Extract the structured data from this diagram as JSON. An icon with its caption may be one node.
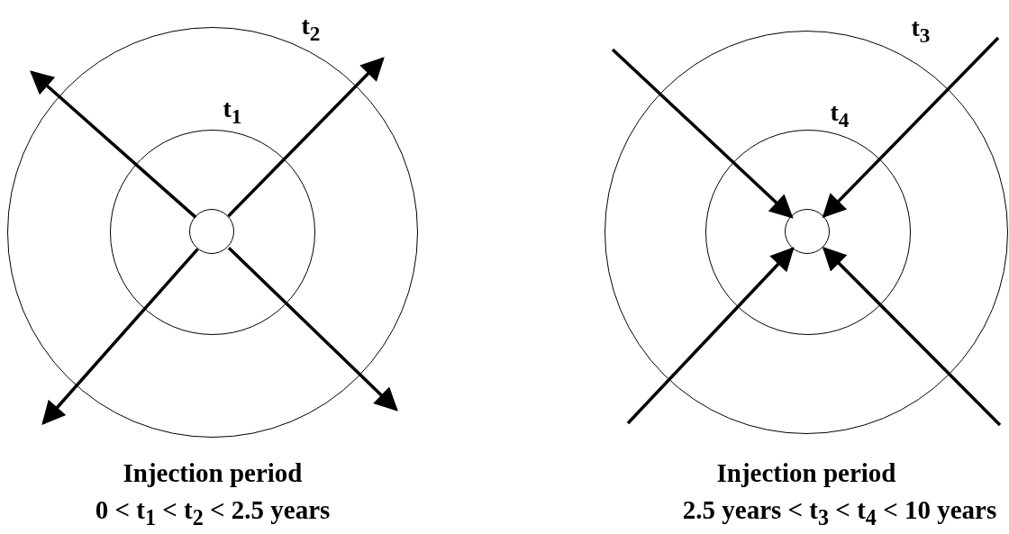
{
  "diagram": {
    "nodes": [
      {
        "text": [
          "t$_{2}$"
        ]
      },
      {
        "text": [
          "t$_{1}$"
        ],
        "in": 0
      },
      {
        "text": [],
        "shape": "circle",
        "in": 1
      },
      {
        "text": [
          "t$_{3}$"
        ]
      },
      {
        "text": [
          "t$_{4}$"
        ],
        "in": 3
      },
      {
        "text": [],
        "shape": "circle",
        "in": 4
      }
    ],
    "edges": [
      {
        "from": 2,
        "to": null,
        "arrow": "to"
      },
      {
        "from": 2,
        "to": null,
        "arrow": "to"
      },
      {
        "from": 2,
        "to": null,
        "arrow": "to"
      },
      {
        "from": 2,
        "to": null,
        "arrow": "to"
      },
      {
        "from": null,
        "to": 5,
        "arrow": "to"
      },
      {
        "from": null,
        "to": 5,
        "arrow": "to"
      },
      {
        "from": null,
        "to": 5,
        "arrow": "to"
      },
      {
        "from": null,
        "to": 5,
        "arrow": "to"
      }
    ],
    "labels": [
      "Injection period",
      "0 < t$_{1}$ < t$_{2}$ < 2.5 years",
      "Injection period",
      "2.5 years < t$_{3}$ < t$_{4}$ < 10 years"
    ]
  }
}
